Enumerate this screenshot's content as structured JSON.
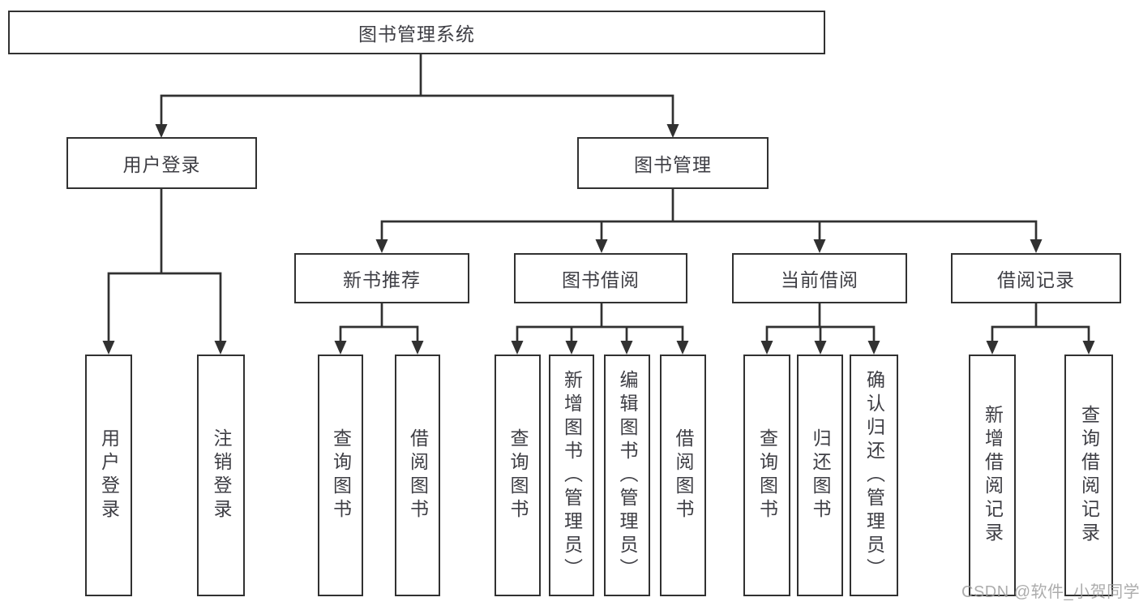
{
  "colors": {
    "line": "#313131",
    "text": "#3e3e44",
    "watermark": "#9e9e9e",
    "background": "#ffffff"
  },
  "watermark": "CSDN @软件_小贺同学",
  "tree": {
    "root": "图书管理系统",
    "branches": [
      {
        "label": "用户登录",
        "leaves": [
          "用户登录",
          "注销登录"
        ]
      },
      {
        "label": "图书管理",
        "groups": [
          {
            "label": "新书推荐",
            "leaves": [
              "查询图书",
              "借阅图书"
            ]
          },
          {
            "label": "图书借阅",
            "leaves": [
              "查询图书",
              "新增图书（管理员）",
              "编辑图书（管理员）",
              "借阅图书"
            ]
          },
          {
            "label": "当前借阅",
            "leaves": [
              "查询图书",
              "归还图书",
              "确认归还（管理员）"
            ]
          },
          {
            "label": "借阅记录",
            "leaves": [
              "新增借阅记录",
              "查询借阅记录"
            ]
          }
        ]
      }
    ]
  }
}
